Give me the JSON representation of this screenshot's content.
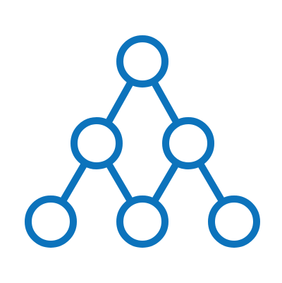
{
  "icon": {
    "name": "network-hierarchy-icon",
    "stroke_color": "#0c73bc",
    "background_color": "#ffffff"
  },
  "graph": {
    "layers": [
      {
        "node_count": 1
      },
      {
        "node_count": 2
      },
      {
        "node_count": 3
      }
    ],
    "nodes": [
      {
        "id": "n1",
        "layer": 0
      },
      {
        "id": "n2",
        "layer": 1
      },
      {
        "id": "n3",
        "layer": 1
      },
      {
        "id": "n4",
        "layer": 2
      },
      {
        "id": "n5",
        "layer": 2
      },
      {
        "id": "n6",
        "layer": 2
      }
    ],
    "edges": [
      {
        "from": "n1",
        "to": "n2"
      },
      {
        "from": "n1",
        "to": "n3"
      },
      {
        "from": "n2",
        "to": "n4"
      },
      {
        "from": "n2",
        "to": "n5"
      },
      {
        "from": "n3",
        "to": "n5"
      },
      {
        "from": "n3",
        "to": "n6"
      }
    ]
  }
}
